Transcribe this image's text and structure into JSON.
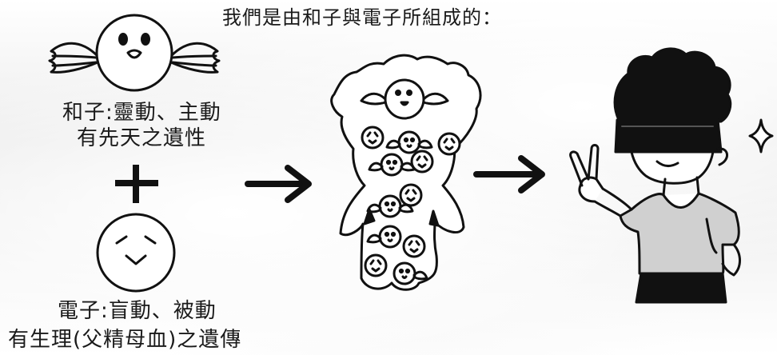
{
  "caption": {
    "title": "我們是由和子與電子所組成的："
  },
  "heron": {
    "line1": "和子:靈動、主動",
    "line2": "有先天之遺性"
  },
  "electron": {
    "line1": "電子:盲動、被動",
    "line2": "有生理(父精母血)之遺傳"
  }
}
